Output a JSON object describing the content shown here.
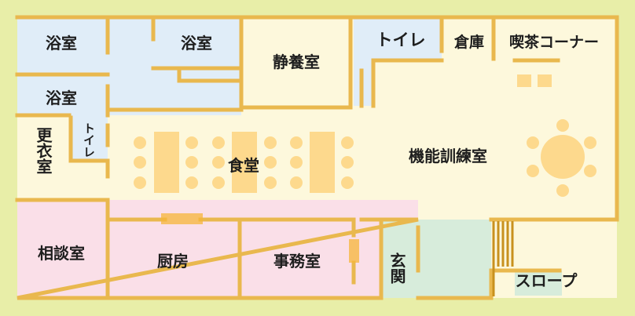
{
  "colors": {
    "page": "#e8eea8",
    "wall": "#e9b84e",
    "floor_main": "#fdf8dc",
    "bath": "#e0edf8",
    "office": "#fadfe8",
    "entrance": "#d7ecdb",
    "table": "#fdd98d",
    "slope_stripe": "#c8911e",
    "door": "#f6b53a"
  },
  "rooms": {
    "bath1": "浴室",
    "bath2": "浴室",
    "bath3": "浴室",
    "rest": "静養室",
    "toilet_top": "トイレ",
    "storage": "倉庫",
    "cafe": "喫茶コーナー",
    "changing": "更衣室",
    "toilet_side": "トイレ",
    "dining": "食堂",
    "training": "機能訓練室",
    "consult": "相談室",
    "kitchen": "厨房",
    "office": "事務室",
    "entrance": "玄関",
    "slope": "スロープ"
  }
}
